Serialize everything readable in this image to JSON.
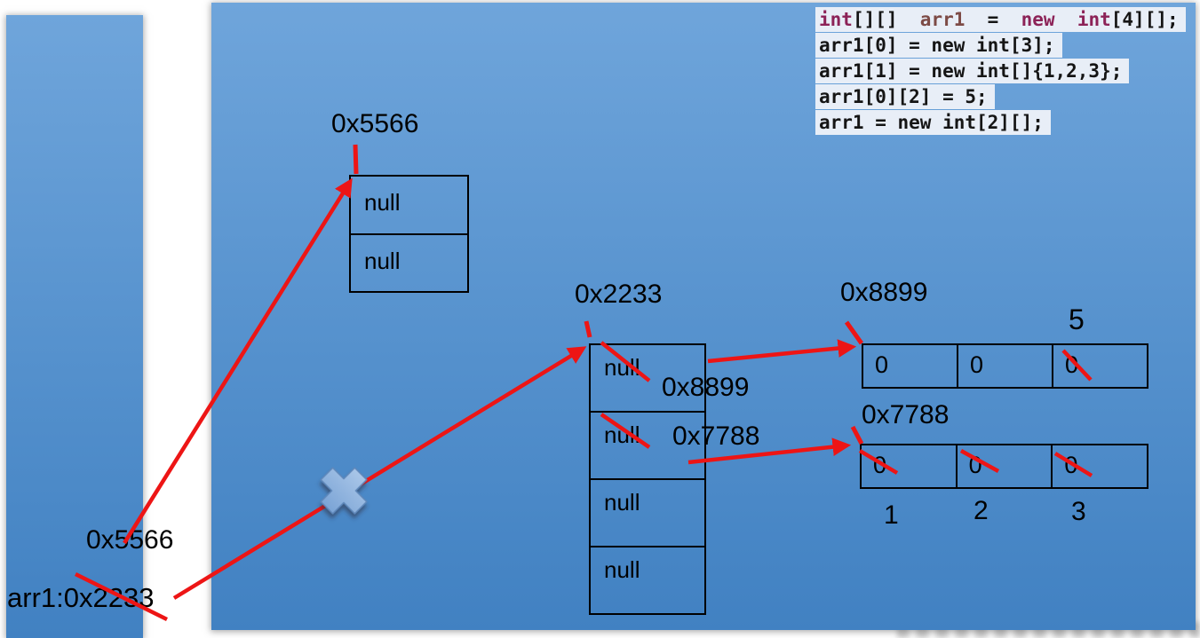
{
  "colors": {
    "red": "#ed1515",
    "panel_top": "#6fa5db",
    "panel_bottom": "#4181c2",
    "code_bg": "#e8eef7",
    "code_text": "#151515",
    "keyword": "#8c2257",
    "variable": "#7d4b46"
  },
  "code": {
    "line1": {
      "kw1": "int",
      "p1": "[][]  ",
      "var": "arr1",
      "p2": "  =  ",
      "kw2": "new",
      "p3": "  ",
      "kw3": "int",
      "p4": "[4][];"
    },
    "line2": "arr1[0] = new int[3];",
    "line3": "arr1[1] = new int[]{1,2,3};",
    "line4": "arr1[0][2] = 5;",
    "line5": "arr1 = new int[2][];"
  },
  "stack": {
    "ref_5566": "0x5566",
    "ref_arr1": "arr1:0x2233"
  },
  "heap": {
    "box5566": {
      "label": "0x5566",
      "cells": [
        "null",
        "null"
      ]
    },
    "box2233": {
      "label": "0x2233",
      "cells": [
        "null",
        "null",
        "null",
        "null"
      ],
      "cell0_new_value": "0x8899",
      "cell1_new_value": "0x7788"
    },
    "arr8899": {
      "label": "0x8899",
      "cells": [
        "0",
        "0",
        "0"
      ],
      "updated_value": "5"
    },
    "arr7788": {
      "label": "0x7788",
      "cells": [
        "0",
        "0",
        "0"
      ],
      "indices": [
        "1",
        "2",
        "3"
      ]
    }
  }
}
